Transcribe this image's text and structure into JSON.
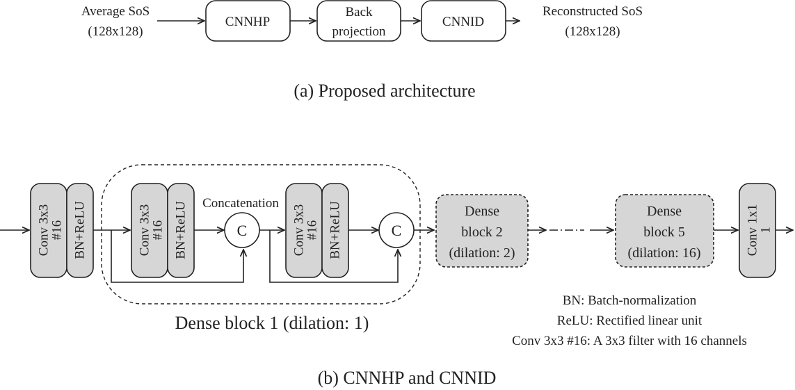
{
  "part_a": {
    "input_label": [
      "Average SoS",
      "(128x128)"
    ],
    "blocks": [
      {
        "lines": [
          "CNNHP"
        ]
      },
      {
        "lines": [
          "Back",
          "projection"
        ]
      },
      {
        "lines": [
          "CNNID"
        ]
      }
    ],
    "output_label": [
      "Reconstructed SoS",
      "(128x128)"
    ],
    "caption": "(a) Proposed architecture"
  },
  "part_b": {
    "conv_label": [
      "Conv 3x3",
      "#16"
    ],
    "bnrelu_label": "BN+ReLU",
    "concat_label": "Concatenation",
    "concat_node": "C",
    "dense1_label": "Dense block 1 (dilation: 1)",
    "dense2": [
      "Dense",
      "block 2",
      "(dilation: 2)"
    ],
    "dense5": [
      "Dense",
      "block 5",
      "(dilation: 16)"
    ],
    "final_conv": [
      "Conv 1x1",
      "1"
    ],
    "legend": [
      "BN: Batch-normalization",
      "ReLU: Rectified linear unit",
      "Conv 3x3 #16: A 3x3 filter with 16 channels"
    ],
    "caption": "(b) CNNHP and CNNID"
  },
  "colors": {
    "block_fill": "#d6d6d6",
    "stroke": "#222222",
    "background": "#ffffff"
  }
}
